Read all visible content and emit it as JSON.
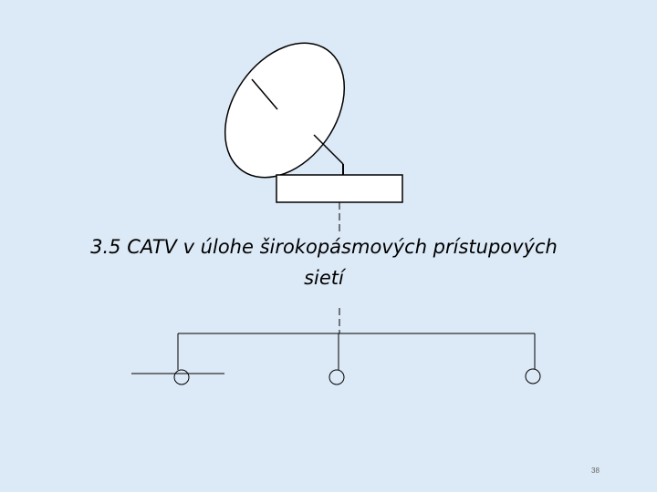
{
  "slide": {
    "background": "#dce9f6",
    "title_line1": "3.5 CATV v úlohe širokopásmových prístupových",
    "title_line2": "sietí",
    "page_number": "38"
  },
  "diagram": {
    "stroke_color": "#000000",
    "fill_color": "#ffffff",
    "icons": [
      "satellite-dish-icon",
      "headend-box",
      "subscriber-tap-icon"
    ]
  }
}
